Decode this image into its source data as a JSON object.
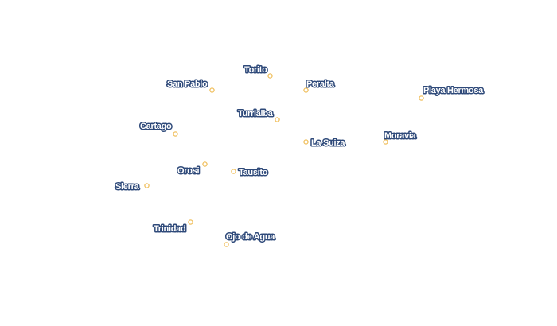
{
  "map": {
    "marker_color": "#f0c060",
    "label_text_color": "#ffffff",
    "label_halo_color": "#2f4a7a",
    "places": [
      {
        "id": "torito",
        "name": "Torito"
      },
      {
        "id": "san-pablo",
        "name": "San Pablo"
      },
      {
        "id": "peralta",
        "name": "Peralta"
      },
      {
        "id": "playa-hermosa",
        "name": "Playa Hermosa"
      },
      {
        "id": "turrialba",
        "name": "Turrialba"
      },
      {
        "id": "cartago",
        "name": "Cartago"
      },
      {
        "id": "la-suiza",
        "name": "La Suiza"
      },
      {
        "id": "moravia",
        "name": "Moravia"
      },
      {
        "id": "orosi",
        "name": "Orosi"
      },
      {
        "id": "tausito",
        "name": "Tausito"
      },
      {
        "id": "sierra",
        "name": "Sierra"
      },
      {
        "id": "trinidad",
        "name": "Trinidad"
      },
      {
        "id": "ojo-de-agua",
        "name": "Ojo de Agua"
      }
    ]
  }
}
